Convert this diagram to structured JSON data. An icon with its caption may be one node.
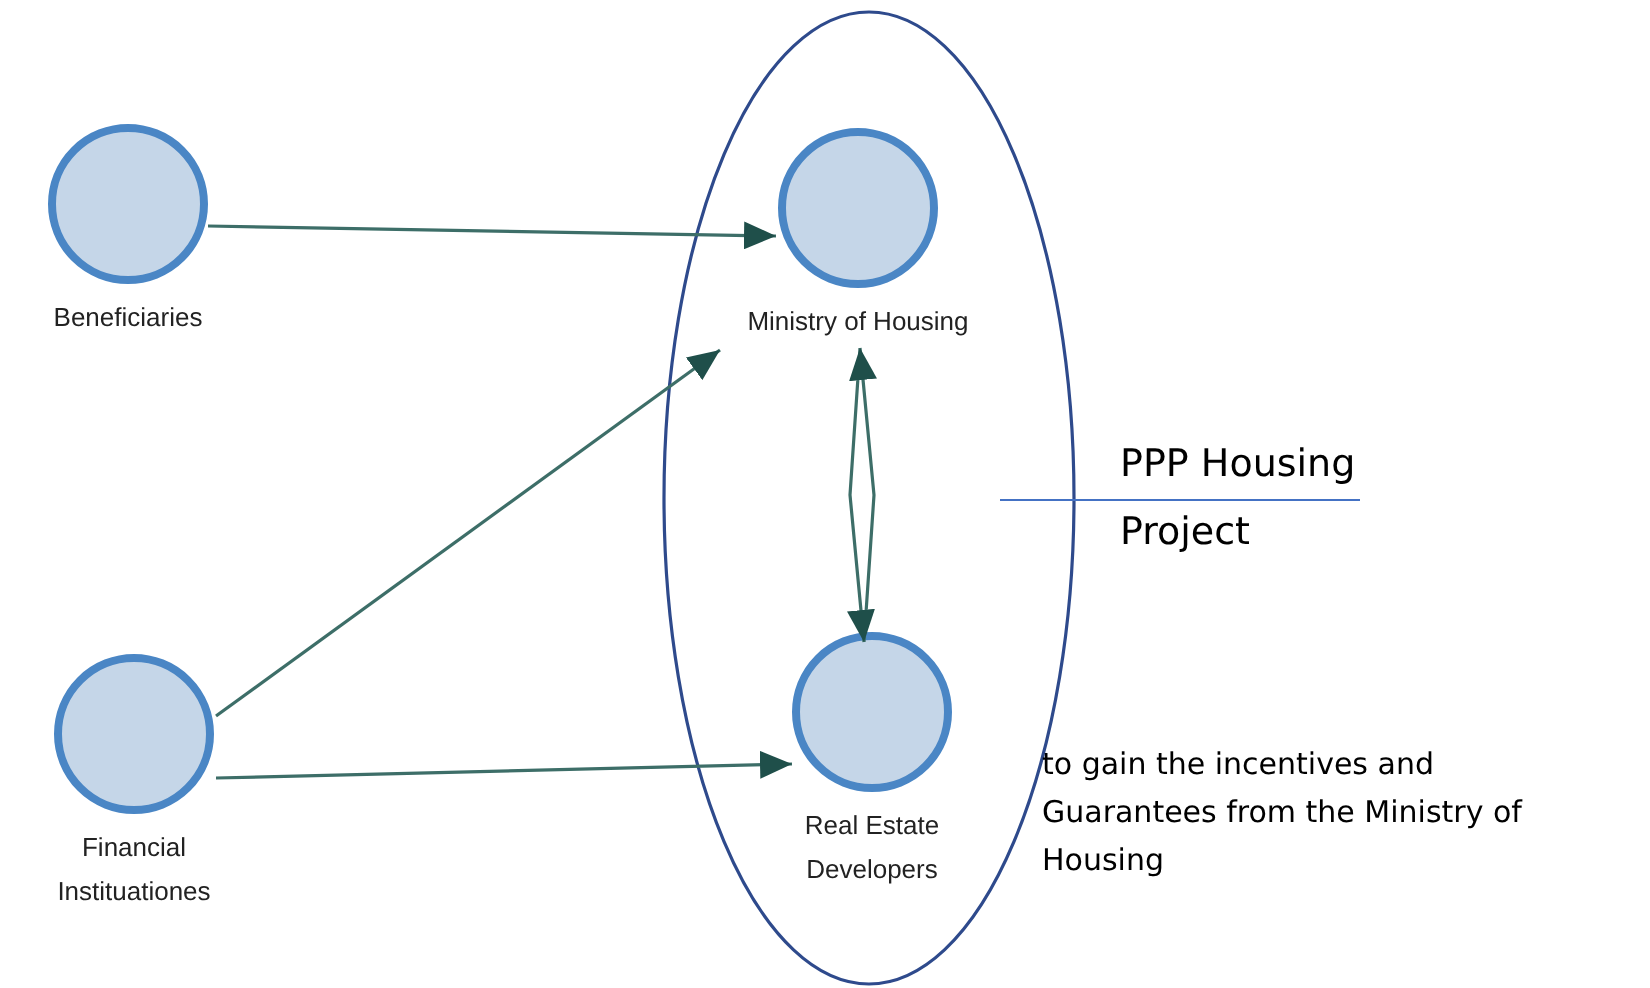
{
  "diagram": {
    "nodes": [
      {
        "text": [
          "Beneficiaries"
        ]
      },
      {
        "text": [],
        "shape": "ellipse"
      },
      {
        "text": [
          "Ministry of Housing"
        ],
        "in": 1
      },
      {
        "text": [
          "Real Estate Developers"
        ],
        "in": 1
      },
      {
        "text": [
          "Financial Instituationes"
        ]
      },
      {
        "text": [
          "PPP Housing Project"
        ]
      }
    ],
    "edges": [
      {
        "from": 0,
        "to": 2,
        "arrow": "to"
      },
      {
        "from": 4,
        "to": 2,
        "arrow": "to"
      },
      {
        "from": 4,
        "to": 3,
        "arrow": "to"
      },
      {
        "from": 2,
        "to": 3,
        "arrow": "both"
      },
      {
        "from": 5,
        "to": 1,
        "arrow": "none",
        "color": "#4472c4"
      }
    ],
    "labels": [
      "to gain the incentives and Guarantees from the Ministry of Housing"
    ]
  }
}
